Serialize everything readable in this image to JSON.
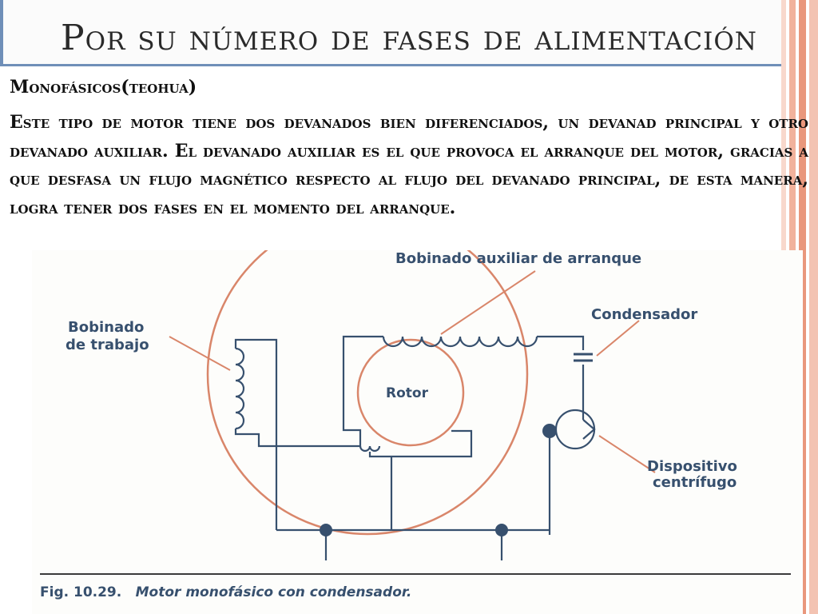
{
  "slide": {
    "title_initial": "P",
    "title_rest": "or su número de fases de alimentación",
    "subtitle_initial": "M",
    "subtitle_rest": "onofásicos(teohua)",
    "paragraph_initial": "E",
    "paragraph_rest": "ste tipo de motor tiene dos devanados bien diferenciados, un devanad principal y otro devanado auxiliar. El devanado auxiliar es el que provoca el arranque del motor, gracias a que desfasa un flujo magnético respecto al flujo del devanado principal, de esta manera, logra tener dos fases en el momento del arranque."
  },
  "figure": {
    "labels": {
      "auxiliary_winding": "Bobinado auxiliar de arranque",
      "capacitor": "Condensador",
      "work_winding_line1": "Bobinado",
      "work_winding_line2": "de trabajo",
      "rotor": "Rotor",
      "centrifugal_line1": "Dispositivo",
      "centrifugal_line2": "centrífugo"
    },
    "caption_number": "Fig. 10.29.",
    "caption_text": "Motor monofásico con condensador."
  },
  "colors": {
    "title_rule": "#6f8fb8",
    "stripe_light": "#f6c8b8",
    "stripe_dark": "#e58d72",
    "circle": "#d9866a",
    "diagram_ink": "#37506e"
  }
}
